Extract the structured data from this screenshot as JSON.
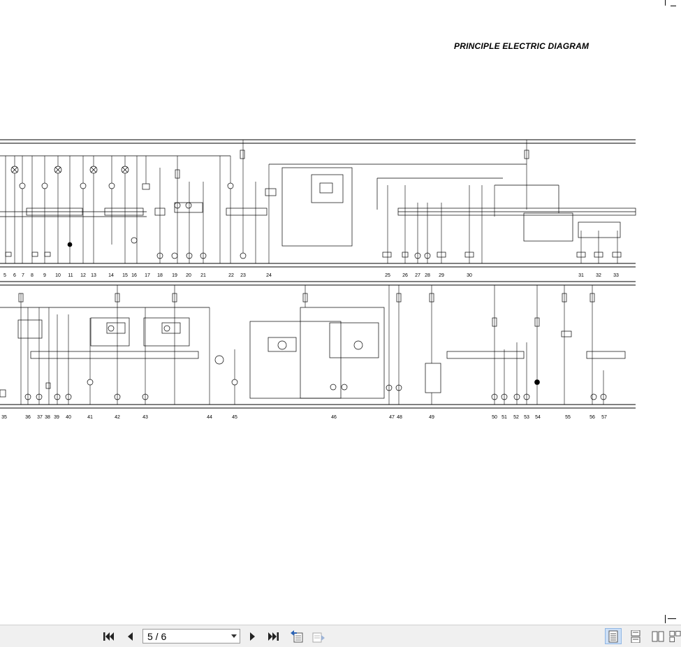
{
  "document": {
    "title": "PRINCIPLE  ELECTRIC DIAGRAM",
    "top_row_numbers": [
      "5",
      "6",
      "7",
      "8",
      "9",
      "10",
      "11",
      "12",
      "13",
      "14",
      "15",
      "16",
      "17",
      "18",
      "19",
      "20",
      "21",
      "22",
      "23",
      "24",
      "25",
      "26",
      "27",
      "28",
      "29",
      "30",
      "31",
      "32",
      "33"
    ],
    "bottom_row_numbers": [
      "35",
      "36",
      "37",
      "38",
      "39",
      "40",
      "41",
      "42",
      "43",
      "44",
      "45",
      "46",
      "47",
      "48",
      "49",
      "50",
      "51",
      "52",
      "53",
      "54",
      "55",
      "56",
      "57"
    ]
  },
  "toolbar": {
    "first_page_icon": "first-page-icon",
    "prev_page_icon": "prev-page-icon",
    "page_display": "5 / 6",
    "next_page_icon": "next-page-icon",
    "last_page_icon": "last-page-icon",
    "back_view_icon": "previous-view-icon",
    "forward_view_icon": "next-view-icon",
    "view_modes": [
      "single-page-icon",
      "continuous-page-icon",
      "two-page-icon",
      "two-page-continuous-icon"
    ]
  }
}
